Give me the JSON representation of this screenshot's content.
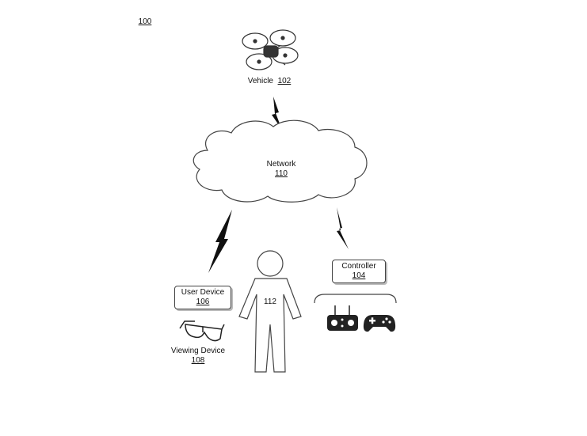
{
  "figure_ref": "100",
  "vehicle": {
    "label": "Vehicle",
    "ref": "102",
    "icon": "quadcopter-drone-icon"
  },
  "network": {
    "label": "Network",
    "ref": "110",
    "icon": "cloud-icon"
  },
  "controller": {
    "label": "Controller",
    "ref": "104"
  },
  "user_device": {
    "label": "User Device",
    "ref": "106"
  },
  "viewing_device": {
    "label": "Viewing Device",
    "ref": "108",
    "icon": "vr-glasses-icon"
  },
  "user": {
    "ref": "112",
    "icon": "person-icon"
  },
  "controller_icons": [
    "remote-controller-icon",
    "gamepad-icon"
  ],
  "colors": {
    "stroke": "#444444",
    "fill_dark": "#222222",
    "shadow": "#bbbbbb"
  }
}
